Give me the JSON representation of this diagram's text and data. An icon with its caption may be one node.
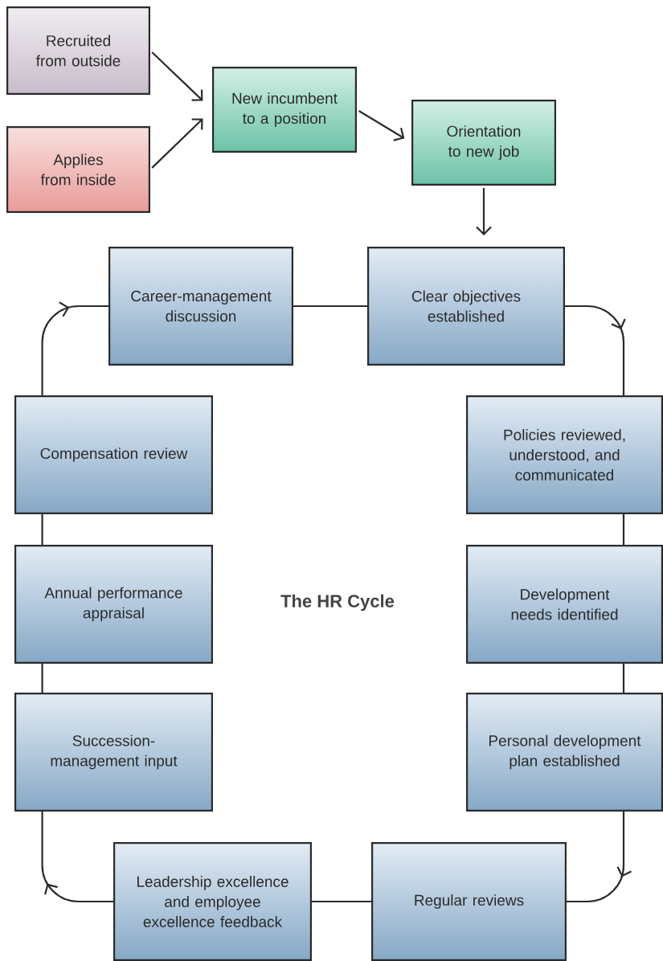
{
  "diagram": {
    "title": "The HR Cycle",
    "nodes": [
      {
        "text": [
          "Recruited from outside"
        ]
      },
      {
        "text": [
          "Applies from inside"
        ]
      },
      {
        "text": [
          "New incumbent to a position"
        ]
      },
      {
        "text": [
          "Orientation to new job"
        ]
      },
      {
        "text": [
          "Career-management discussion"
        ]
      },
      {
        "text": [
          "Clear objectives established"
        ]
      },
      {
        "text": [
          "Policies reviewed, understood, and communicated"
        ]
      },
      {
        "text": [
          "Development needs identified"
        ]
      },
      {
        "text": [
          "Personal development plan established"
        ]
      },
      {
        "text": [
          "Regular reviews"
        ]
      },
      {
        "text": [
          "Leadership excellence and employee excellence feedback"
        ]
      },
      {
        "text": [
          "Succession-management input"
        ]
      },
      {
        "text": [
          "Annual performance appraisal"
        ]
      },
      {
        "text": [
          "Compensation review"
        ]
      }
    ],
    "edges": [
      {
        "from": 0,
        "to": 2,
        "arrow": "to"
      },
      {
        "from": 1,
        "to": 2,
        "arrow": "to"
      },
      {
        "from": 2,
        "to": 3,
        "arrow": "to"
      },
      {
        "from": 3,
        "to": 5,
        "arrow": "to"
      },
      {
        "from": 5,
        "to": 6,
        "arrow": "to"
      },
      {
        "from": 6,
        "to": 7,
        "arrow": "none"
      },
      {
        "from": 7,
        "to": 8,
        "arrow": "none"
      },
      {
        "from": 8,
        "to": 9,
        "arrow": "to"
      },
      {
        "from": 9,
        "to": 10,
        "arrow": "none"
      },
      {
        "from": 10,
        "to": 11,
        "arrow": "to"
      },
      {
        "from": 11,
        "to": 12,
        "arrow": "none"
      },
      {
        "from": 12,
        "to": 13,
        "arrow": "none"
      },
      {
        "from": 13,
        "to": 4,
        "arrow": "to"
      },
      {
        "from": 4,
        "to": 5,
        "arrow": "none"
      }
    ]
  }
}
